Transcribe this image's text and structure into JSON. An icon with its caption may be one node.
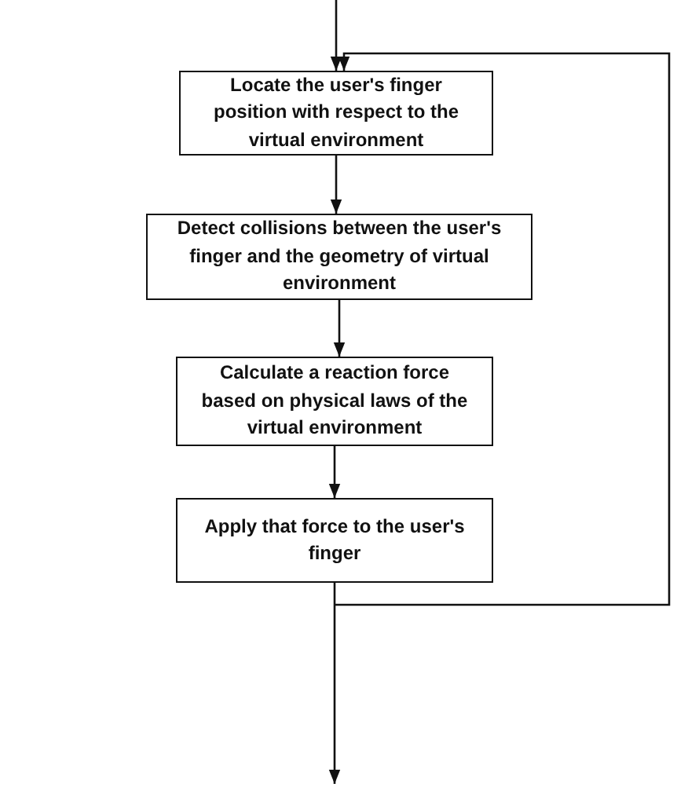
{
  "diagram": {
    "nodes": [
      {
        "text": [
          "Locate the user's finger position with respect to the virtual environment"
        ]
      },
      {
        "text": [
          "Detect collisions between the user's finger and the geometry of virtual environment"
        ]
      },
      {
        "text": [
          "Calculate a reaction force based on physical laws of the virtual environment"
        ]
      },
      {
        "text": [
          "Apply that force to the user's finger"
        ]
      }
    ],
    "edges": [
      {
        "from": null,
        "to": 0,
        "arrow": "to"
      },
      {
        "from": 0,
        "to": 1,
        "arrow": "to"
      },
      {
        "from": 1,
        "to": 2,
        "arrow": "to"
      },
      {
        "from": 2,
        "to": 3,
        "arrow": "to"
      },
      {
        "from": 3,
        "to": null,
        "arrow": "to"
      },
      {
        "from": 3,
        "to": 0,
        "arrow": "to"
      }
    ]
  }
}
